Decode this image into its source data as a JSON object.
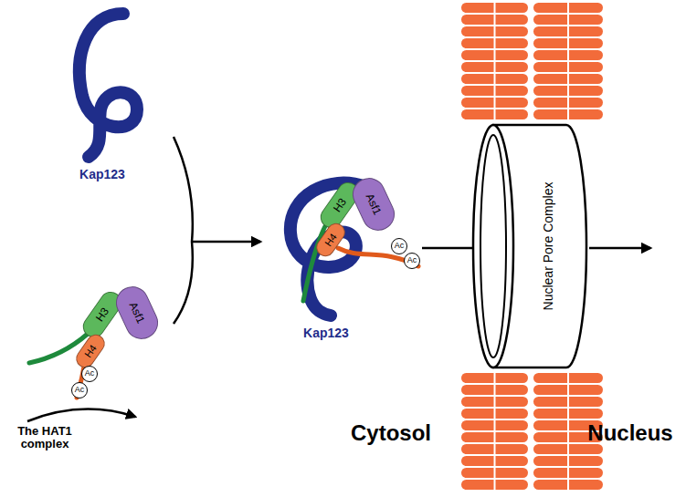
{
  "diagram": {
    "nodes": [
      {
        "text": [
          "H3"
        ]
      },
      {
        "text": [
          "H4"
        ]
      },
      {
        "text": [
          "Asf1"
        ]
      },
      {
        "text": [
          "Ac"
        ]
      },
      {
        "text": [
          "Ac"
        ]
      },
      {
        "text": [
          "H3"
        ]
      },
      {
        "text": [
          "H4"
        ]
      },
      {
        "text": [
          "Asf1"
        ]
      },
      {
        "text": [
          "Ac"
        ]
      },
      {
        "text": [
          "Ac"
        ]
      },
      {
        "text": [
          "Nuclear Pore Complex"
        ]
      }
    ],
    "labels": [
      "Kap123",
      "The HAT1 complex",
      "Kap123",
      "Cytosol",
      "Nucleus"
    ]
  }
}
